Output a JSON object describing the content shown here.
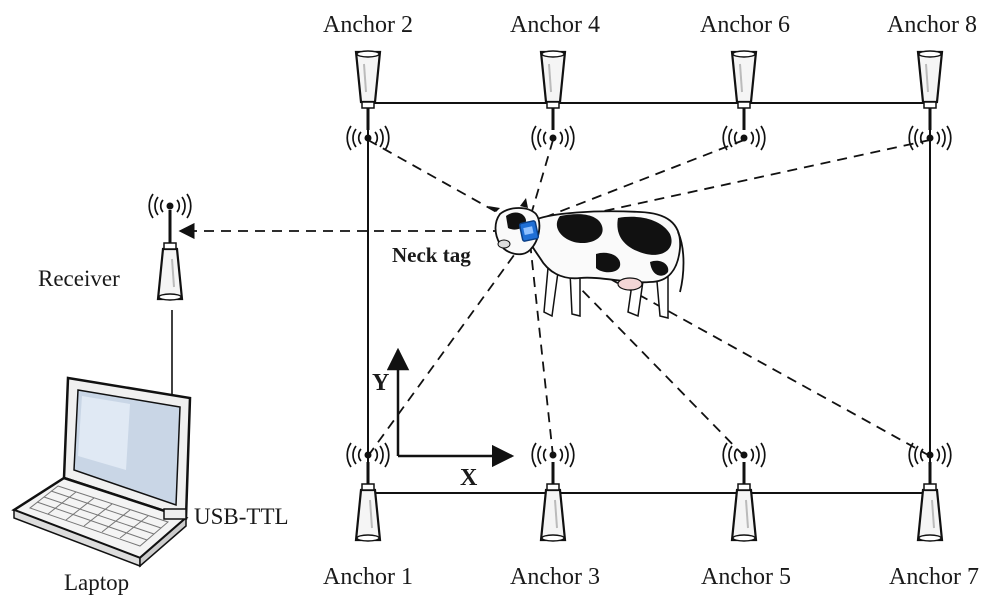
{
  "anchors_top": [
    "Anchor 2",
    "Anchor 4",
    "Anchor 6",
    "Anchor 8"
  ],
  "anchors_bottom": [
    "Anchor 1",
    "Anchor 3",
    "Anchor 5",
    "Anchor 7"
  ],
  "receiver_label": "Receiver",
  "laptop_label": "Laptop",
  "usb_label": "USB-TTL",
  "tag_label": "Neck tag",
  "axis_x_label": "X",
  "axis_y_label": "Y",
  "icons": {
    "anchor": "antenna-icon",
    "signal": "radio-waves-icon",
    "laptop": "laptop-icon",
    "cow": "cow-icon",
    "tag": "neck-tag-icon"
  },
  "colors": {
    "tag": "#1f6fd6",
    "line": "#111111"
  }
}
